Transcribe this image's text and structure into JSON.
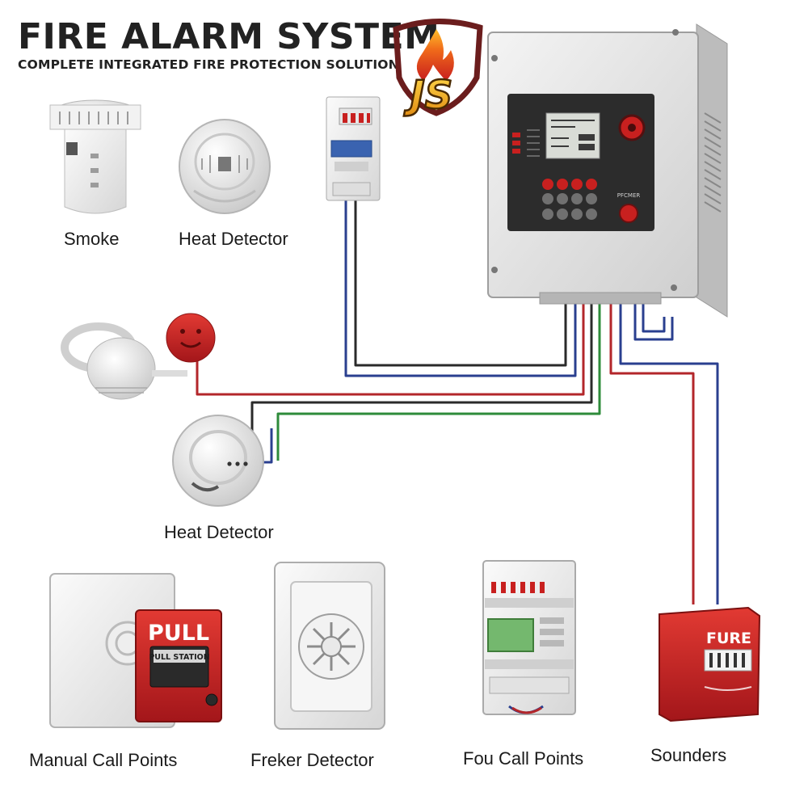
{
  "header": {
    "title": "FIRE ALARM SYSTEM",
    "subtitle": "COMPLETE INTEGRATED FIRE PROTECTION SOLUTION",
    "logo_text": "JS"
  },
  "labels": {
    "smoke": "Smoke",
    "heat_top": "Heat Detector",
    "heat_mid": "Heat Detector",
    "manual": "Manual Call Points",
    "freker": "Freker Detector",
    "fou": "Fou Call Points",
    "sounders": "Sounders"
  },
  "device_text": {
    "pull": "PULL",
    "pull_station": "PULL STATION",
    "fure": "FURE",
    "panel_button": "PFCMER"
  },
  "colors": {
    "wire_red": "#b3262a",
    "wire_blue": "#2a3f8f",
    "wire_black": "#2a2a2a",
    "wire_green": "#2e8b3a",
    "device_red": "#c8201f",
    "panel_face": "#2c2c2c"
  }
}
